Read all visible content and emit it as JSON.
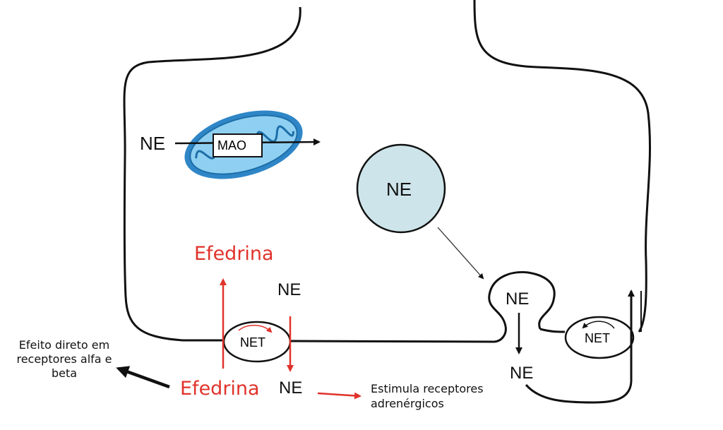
{
  "labels": {
    "ne_mito": "NE",
    "mao": "MAO",
    "ne_vesicle": "NE",
    "efedrina_top": "Efedrina",
    "ne_left_top": "NE",
    "net_left": "NET",
    "efedrina_bottom": "Efedrina",
    "ne_left_bottom": "NE",
    "stimula_line1": "Estimula receptores",
    "stimula_line2": "adrenérgicos",
    "efeito_line1": "Efeito direto em",
    "efeito_line2": "receptores alfa e",
    "efeito_line3": "beta",
    "ne_fusion": "NE",
    "ne_right_bottom": "NE",
    "net_right": "NET"
  },
  "colors": {
    "stroke": "#111111",
    "red": "#e0332b",
    "vesicle_fill": "#cde4ea",
    "mito_outer": "#3aa0dc",
    "mito_inner": "#8fd0f2"
  }
}
